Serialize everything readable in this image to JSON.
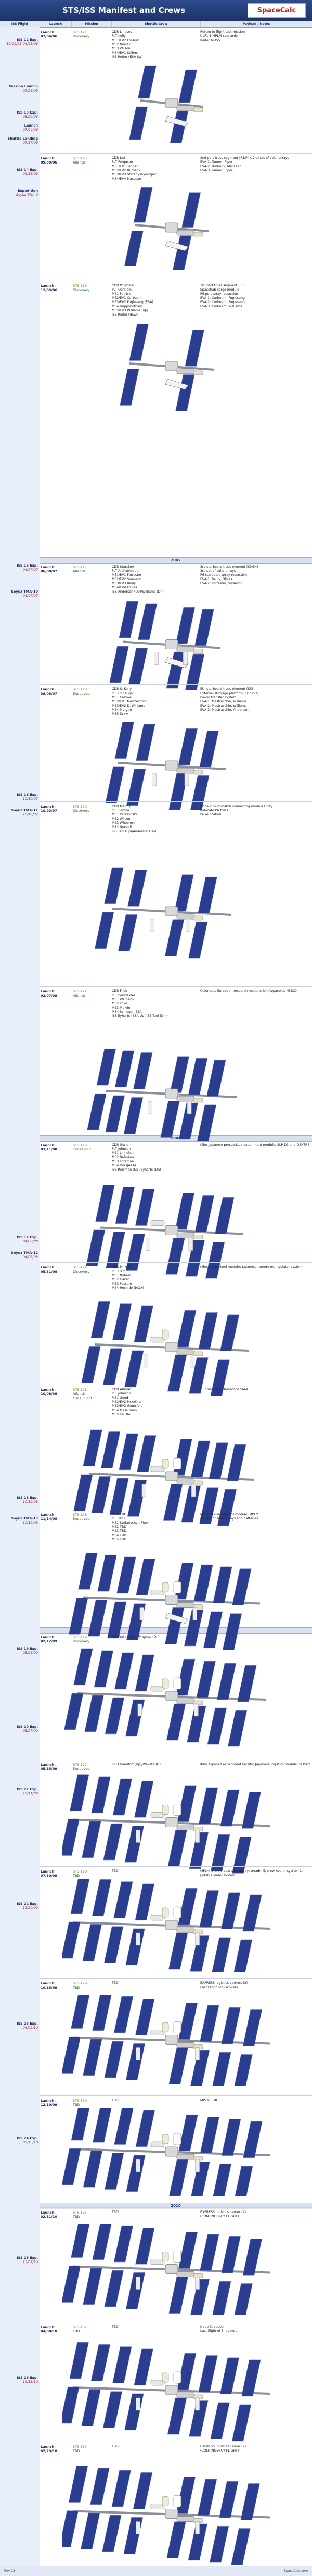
{
  "header": {
    "title": "STS/ISS Manifest and Crews",
    "logo": "SpaceCalc"
  },
  "columns": [
    "ISS Flight",
    "Launch",
    "Mission",
    "Shuttle Crew",
    "Payload / Notes"
  ],
  "sidebar": [
    {
      "label": "ISS 12 Exp.",
      "value": "10/01/05-04/08/06"
    },
    {
      "label": "Mission Launch",
      "value": "07/26/05"
    },
    {
      "label": "ISS 13 Exp.",
      "value": "03/29/06"
    },
    {
      "label": "Launch",
      "value": "07/04/06"
    },
    {
      "label": "Shuttle Landing",
      "value": "07/17/06"
    },
    {
      "label": "ISS 14 Exp.",
      "value": "09/18/06"
    },
    {
      "label": "Expedition",
      "value": "Soyuz TMA-9"
    },
    {
      "label": "ISS 15 Exp.",
      "value": "04/07/07"
    },
    {
      "label": "Soyuz TMA-10",
      "value": "04/07/07"
    },
    {
      "label": "ISS 16 Exp.",
      "value": "10/10/07"
    },
    {
      "label": "Soyuz TMA-11",
      "value": "10/10/07"
    },
    {
      "label": "ISS 17 Exp.",
      "value": "04/08/08"
    },
    {
      "label": "Soyuz TMA-12",
      "value": "04/08/08"
    },
    {
      "label": "ISS 18 Exp.",
      "value": "10/12/08"
    },
    {
      "label": "Soyuz TMA-13",
      "value": "10/12/08"
    },
    {
      "label": "ISS 19 Exp.",
      "value": "03/26/09"
    },
    {
      "label": "ISS 20 Exp.",
      "value": "05/27/09"
    },
    {
      "label": "ISS 21 Exp.",
      "value": "10/11/09"
    },
    {
      "label": "ISS 22 Exp.",
      "value": "12/20/09"
    },
    {
      "label": "ISS 23 Exp.",
      "value": "04/02/10"
    },
    {
      "label": "ISS 24 Exp.",
      "value": "06/15/10"
    },
    {
      "label": "ISS 25 Exp.",
      "value": "10/07/10"
    },
    {
      "label": "ISS 26 Exp.",
      "value": "12/15/10"
    }
  ],
  "years": [
    "2007",
    "2008",
    "2009",
    "2010"
  ],
  "entries": [
    {
      "launch": "Launch: 07/04/06",
      "mission": "STS-121",
      "orbiter": "Discovery",
      "crew": [
        "CDR Lindsey",
        "PLT Kelly",
        "MS1/EV2 Fossum",
        "MS2 Nowak",
        "MS3 Wilson",
        "MS4/EV1 Sellers",
        "ISS Reiter (ESA Up)"
      ],
      "payload": [
        "Return to flight test mission",
        "ULF1.1 MPLM Leonardo",
        "Reiter to ISS"
      ]
    },
    {
      "launch": "Launch: 09/09/06",
      "mission": "STS-115",
      "orbiter": "Atlantis",
      "crew": [
        "CDR Jett",
        "PLT Ferguson",
        "MS1/EV1 Tanner",
        "MS2/EV2 Burbank",
        "MS3/EV3 Stefanyshyn-Piper",
        "MS4/EV4 MacLean"
      ],
      "payload": [
        "2nd port truss segment (P3/P4), 2nd set of solar arrays",
        "EVA-1: Tanner, Piper",
        "EVA-2: Burbank, MacLean",
        "EVA-3: Tanner, Piper"
      ]
    },
    {
      "launch": "Launch: 12/09/06",
      "mission": "STS-116",
      "orbiter": "Discovery",
      "crew": [
        "CDR Polansky",
        "PLT Oefelein",
        "MS1 Patrick",
        "MS2/EV1 Curbeam",
        "MS3/EV2 Fuglesang (ESA)",
        "MS4 Higginbotham",
        "MS5/EV3 Williams (up)",
        "ISS Reiter (down)"
      ],
      "payload": [
        "3rd port truss segment (P5)",
        "Spacehab cargo module",
        "P6 port array retraction",
        "EVA-1: Curbeam, Fuglesang",
        "EVA-2: Curbeam, Fuglesang",
        "EVA-3: Curbeam, Williams"
      ]
    },
    {
      "launch": "Launch: 06/08/07",
      "mission": "STS-117",
      "orbiter": "Atlantis",
      "crew": [
        "CDR Sturckow",
        "PLT Archambault",
        "MS1/EV1 Forrester",
        "MS2/EV2 Swanson",
        "MS3/EV3 Reilly",
        "MS4/EV4 Olivas",
        "ISS Anderson (Up)/Williams (Dn)"
      ],
      "payload": [
        "3rd starboard truss element (S3/S4)",
        "3rd set of solar arrays",
        "P6 starboard array retraction",
        "EVA-1: Reilly, Olivas",
        "EVA-2: Forrester, Swanson"
      ]
    },
    {
      "launch": "Launch: 08/08/07",
      "mission": "STS-118",
      "orbiter": "Endeavour",
      "crew": [
        "CDR S. Kelly",
        "PLT Hobaugh",
        "MS1 Caldwell",
        "MS2/EV1 Mastracchio",
        "MS3/EV2 D. Williams",
        "MS4 Morgan",
        "MS5 Drew"
      ],
      "payload": [
        "5th starboard truss element (S5)",
        "External stowage platform 3 (ESP-3)",
        "Power transfer system",
        "EVA-1: Mastracchio, Williams",
        "EVA-2: Mastracchio, Williams",
        "EVA-3: Mastracchio, Anderson"
      ]
    },
    {
      "launch": "Launch: 10/23/07",
      "mission": "STS-120",
      "orbiter": "Discovery",
      "crew": [
        "CDR Melroy",
        "PLT Zamka",
        "MS1 Parazynski",
        "MS2 Wilson",
        "MS3 Wheelock",
        "MS4 Nespoli",
        "ISS Tani (up)/Anderson (Dn)"
      ],
      "payload": [
        "Node 2 multi-hatch connecting module Unity",
        "Relocate P6 truss",
        "P6 relocation"
      ]
    },
    {
      "launch": "Launch: 02/07/08",
      "mission": "STS-122",
      "orbiter": "Atlantis",
      "crew": [
        "CDR Frick",
        "PLT Poindexter",
        "MS1 Walheim",
        "MS2 Love",
        "MS3 Melvin",
        "MS4 Schlegel, ESA",
        "ISS Eyharts (ESA Up)/ISS Tani (Dn)"
      ],
      "payload": [
        "Columbus European research module; Ion Apparatus MMOD"
      ]
    },
    {
      "launch": "Launch: 03/11/08",
      "mission": "STS-123",
      "orbiter": "Endeavour",
      "crew": [
        "CDR Gorie",
        "PLT Johnson",
        "MS1 Linnehan",
        "MS2 Behnken",
        "MS3 Foreman",
        "MS4 Doi (JAXA)",
        "ISS Reisman (Up)/Eyharts (Dn)"
      ],
      "payload": [
        "Kibo Japanese pressurized experiment module; SLP-D1 and DEXTRE"
      ]
    },
    {
      "launch": "Launch: 05/31/08",
      "mission": "STS-124",
      "orbiter": "Discovery",
      "crew": [
        "CDR M. Kelly",
        "PLT Ham",
        "MS1 Nyberg",
        "MS2 Garan",
        "MS3 Fossum",
        "MS4 Hoshide (JAXA)"
      ],
      "payload": [
        "Kibo pressurized module; Japanese remote manipulator system"
      ]
    },
    {
      "launch": "Launch: 10/08/08",
      "mission": "STS-125",
      "orbiter": "Atlantis",
      "crew": [
        "CDR Altman",
        "PLT Johnson",
        "MS1 Good",
        "MS2/EV2 McArthur",
        "MS3/EV3 Grunsfeld",
        "MS4 Massimino",
        "MS5 Feustel"
      ],
      "payload": [
        "Hubble Space Telescope SM-4"
      ],
      "note": "*Final flight"
    },
    {
      "launch": "Launch: 11/14/08",
      "mission": "STS-126",
      "orbiter": "Endeavour",
      "crew": [
        "CDR TBD",
        "PLT TBD",
        "MS1 Stefanyshyn-Piper",
        "MS2 TBD",
        "MS3 TBD",
        "MS4 TBD",
        "MS5 TBD"
      ],
      "payload": [
        "MS multiuse logistics module; MPLM",
        "4th set of solar arrays and batteries"
      ]
    },
    {
      "launch": "Launch: 02/12/09",
      "mission": "STS-119",
      "orbiter": "Discovery",
      "crew": [
        "ISS Wakata (Up)/Magnus (Dn)"
      ],
      "payload": []
    },
    {
      "launch": "Launch: 05/15/09",
      "mission": "STS-127",
      "orbiter": "Endeavour",
      "crew": [
        "ISS Chamitoff (Up)/Wakata (Dn)"
      ],
      "payload": [
        "Kibo exposed experiment facility; Japanese logistics module; SLP-D2"
      ]
    },
    {
      "launch": "Launch: 07/30/09",
      "mission": "STS-128",
      "orbiter": "TBD",
      "crew": [
        "TBD"
      ],
      "payload": [
        "MPLM, 3 crew quarters, galley, treadmill, crew health system 2, potable water system"
      ]
    },
    {
      "launch": "Launch: 10/15/09",
      "mission": "STS-129",
      "orbiter": "TBD",
      "crew": [
        "TBD"
      ],
      "payload": [
        "EXPRESS logistics carriers (2)",
        "Last Flight of Discovery"
      ]
    },
    {
      "launch": "Launch: 12/10/09",
      "mission": "STS-130",
      "orbiter": "TBD",
      "crew": [
        "TBD"
      ],
      "payload": [
        "MPLM, LMC"
      ]
    },
    {
      "launch": "Launch: 02/11/10",
      "mission": "STS-131",
      "orbiter": "TBD",
      "crew": [
        "TBD"
      ],
      "payload": [
        "EXPRESS logistics carrier (2)",
        "(CONTINGENCY FLIGHT)"
      ]
    },
    {
      "launch": "Launch: 04/08/10",
      "mission": "STS-132",
      "orbiter": "TBD",
      "crew": [
        "TBD"
      ],
      "payload": [
        "Node 3, cupola",
        "Last flight of Endeavour"
      ]
    },
    {
      "launch": "Launch: 07/29/10",
      "mission": "STS-133",
      "orbiter": "TBD",
      "crew": [
        "TBD"
      ],
      "payload": [
        "EXPRESS logistics carrier (2)",
        "(CONTINGENCY FLIGHT)"
      ]
    }
  ],
  "footer": {
    "left": "Rev 23",
    "right": "SpaceCalc.com"
  }
}
